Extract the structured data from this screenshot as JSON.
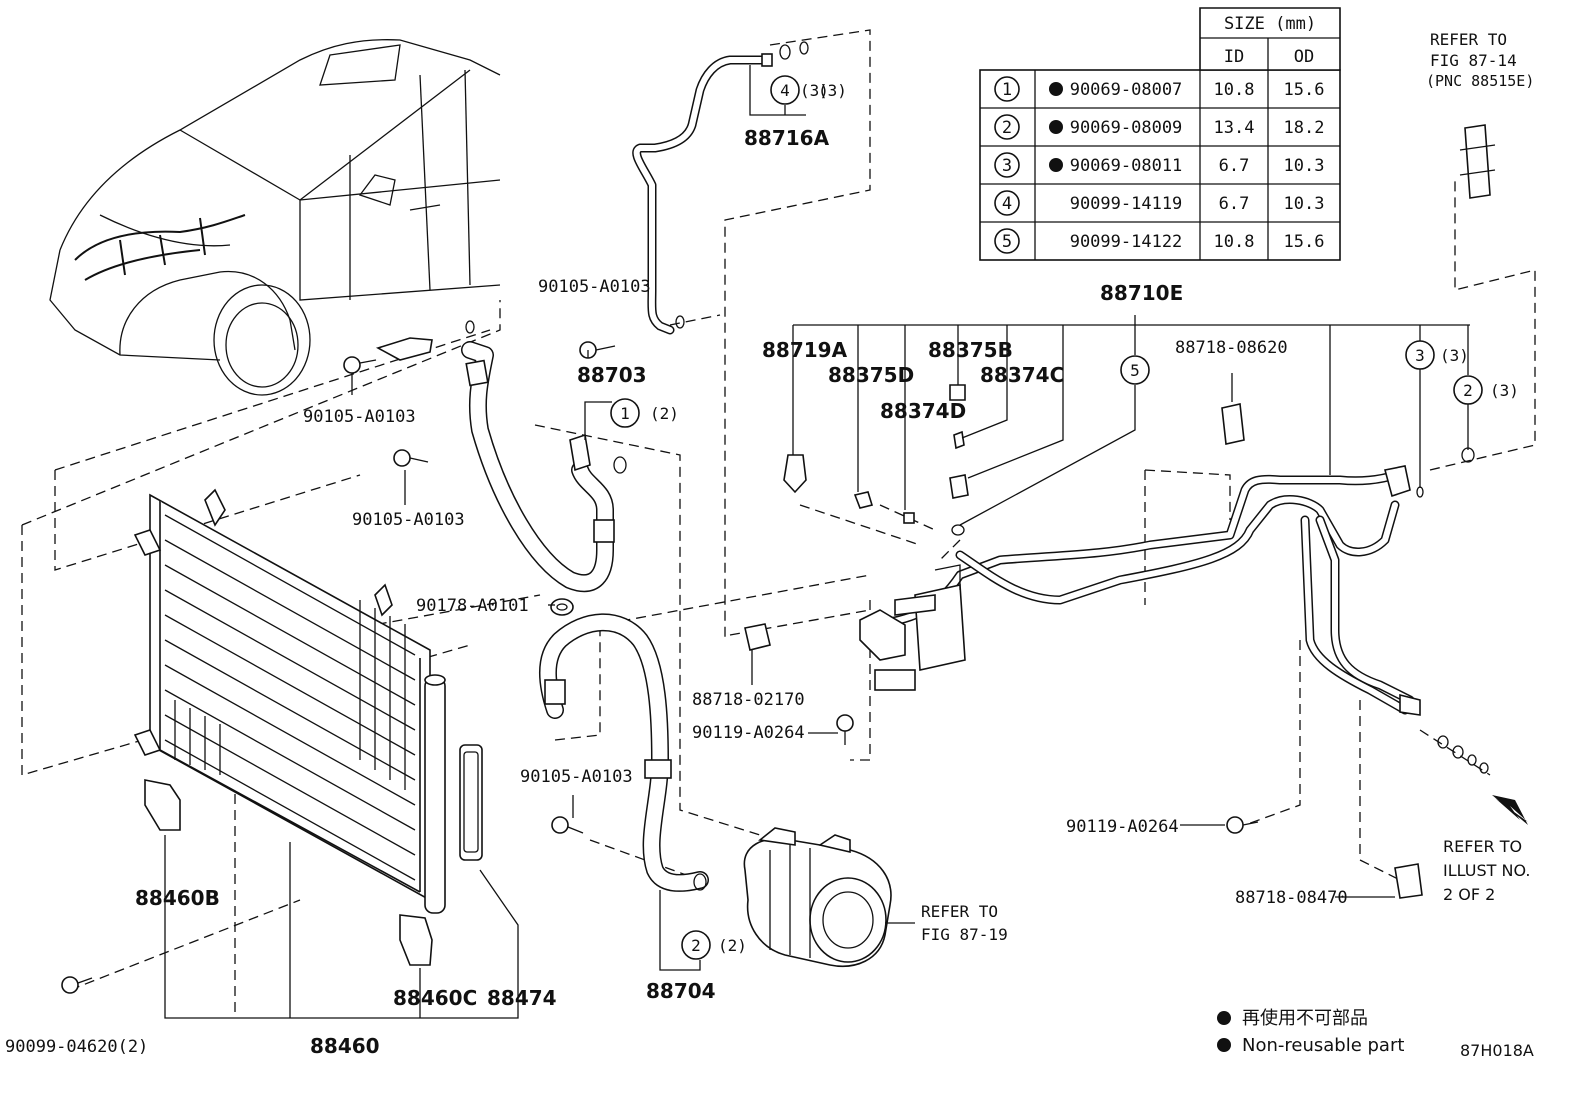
{
  "size_table": {
    "header_size": "SIZE (mm)",
    "header_id": "ID",
    "header_od": "OD",
    "rows": [
      {
        "num": "1",
        "part": "90069-08007",
        "id": "10.8",
        "od": "15.6",
        "non_reusable": true
      },
      {
        "num": "2",
        "part": "90069-08009",
        "id": "13.4",
        "od": "18.2",
        "non_reusable": true
      },
      {
        "num": "3",
        "part": "90069-08011",
        "id": "6.7",
        "od": "10.3",
        "non_reusable": true
      },
      {
        "num": "4",
        "part": "90099-14119",
        "id": "6.7",
        "od": "10.3",
        "non_reusable": false
      },
      {
        "num": "5",
        "part": "90099-14122",
        "id": "10.8",
        "od": "15.6",
        "non_reusable": false
      }
    ]
  },
  "refs": {
    "fig_87_14": [
      "REFER TO",
      "FIG 87-14",
      "(PNC 88515E)"
    ],
    "fig_87_19": [
      "REFER TO",
      "FIG 87-19"
    ],
    "illust_2": [
      "REFER TO",
      "ILLUST NO.",
      "2 OF 2"
    ]
  },
  "labels": {
    "p88716A": "88716A",
    "o4_qty": "(3)",
    "p90105_top": "90105-A0103",
    "p90105_left": "90105-A0103",
    "p90105_mid": "90105-A0103",
    "p90105_low": "90105-A0103",
    "p88703": "88703",
    "o1_qty": "(2)",
    "p90178": "90178-A0101",
    "p88718_02170": "88718-02170",
    "p90119_a": "90119-A0264",
    "p90119_b": "90119-A0264",
    "p88710E": "88710E",
    "p88719A": "88719A",
    "p88375D": "88375D",
    "p88375B": "88375B",
    "p88374C": "88374C",
    "p88374D": "88374D",
    "p88718_08620": "88718-08620",
    "o3_qty": "(3)",
    "o2r_qty": "(3)",
    "p88718_08470": "88718-08470",
    "p88460B": "88460B",
    "p88460C": "88460C",
    "p88474": "88474",
    "p88460": "88460",
    "p90099": "90099-04620(2)",
    "p88704": "88704",
    "o2b_qty": "(2)",
    "circle_1": "1",
    "circle_2": "2",
    "circle_3": "3",
    "circle_4": "4",
    "circle_5": "5"
  },
  "legend": {
    "jp": "再使用不可部品",
    "en": "Non-reusable part"
  },
  "illust_code": "87H018A"
}
